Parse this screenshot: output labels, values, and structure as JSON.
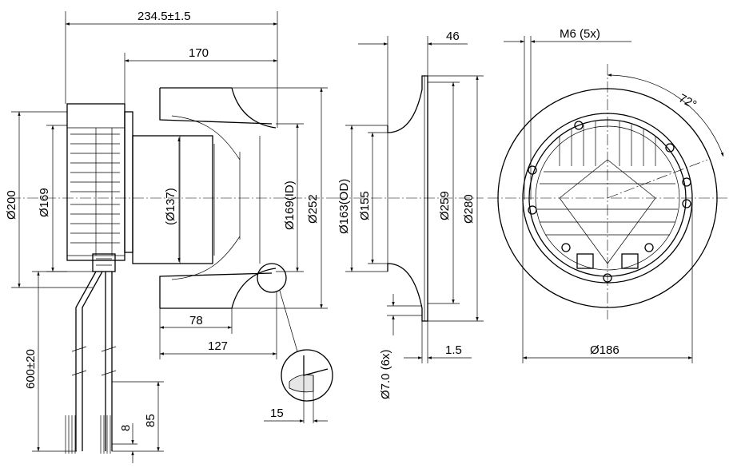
{
  "dimensions": {
    "overall_length": "234.5±1.5",
    "length_170": "170",
    "d200": "Ø200",
    "d169": "Ø169",
    "d137": "(Ø137)",
    "d169_id": "Ø169(ID)",
    "d252": "Ø252",
    "len_78": "78",
    "len_127": "127",
    "cable_600": "600±20",
    "cable_8": "8",
    "cable_85": "85",
    "detail_15": "15",
    "w46": "46",
    "d163_od": "Ø163(OD)",
    "d155": "Ø155",
    "d259": "Ø259",
    "d280": "Ø280",
    "holes_7": "Ø7.0 (6x)",
    "t15": "1.5",
    "m6": "M6 (5x)",
    "angle72": "72°",
    "d186": "Ø186"
  }
}
